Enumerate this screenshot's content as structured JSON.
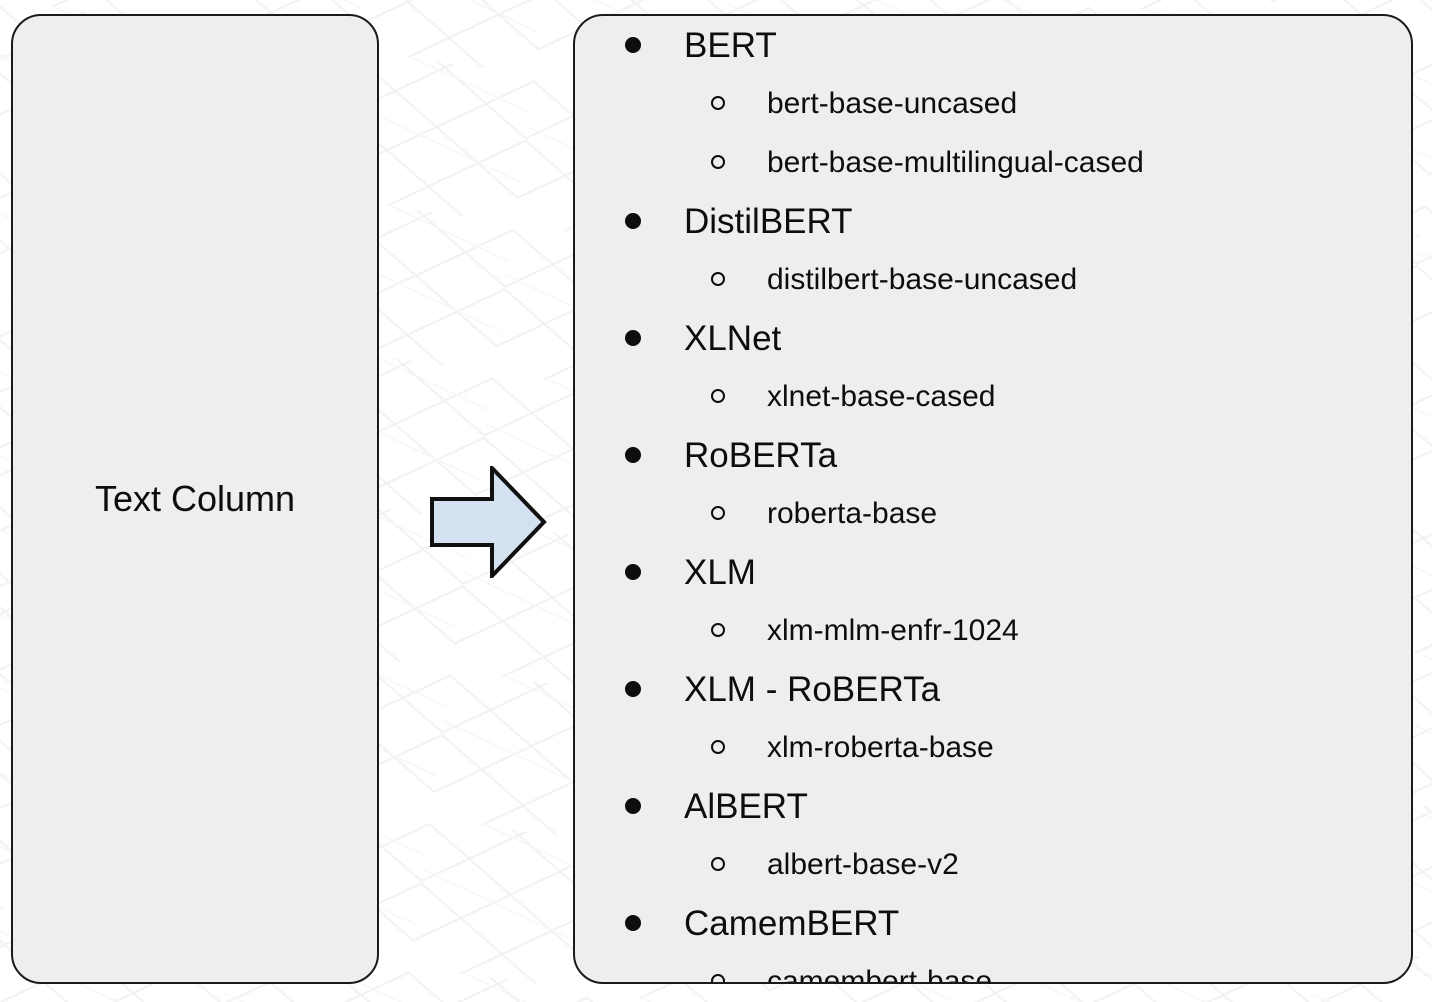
{
  "background": {
    "color": "#ffffff",
    "watermark": "faint-crosshatch-mesh"
  },
  "colors": {
    "panel_fill": "#eeeeee",
    "panel_border": "#1a1a1a",
    "arrow_fill": "#d4e1f0",
    "arrow_border": "#101010",
    "text": "#0d0d0d"
  },
  "left_panel": {
    "label": "Text Column"
  },
  "arrow": {
    "icon": "right-arrow-icon",
    "direction": "right"
  },
  "right_panel": {
    "rows": [
      {
        "level": 1,
        "bullet": "solid-disc",
        "label": "BERT"
      },
      {
        "level": 2,
        "bullet": "hollow-circle",
        "label": "bert-base-uncased"
      },
      {
        "level": 2,
        "bullet": "hollow-circle",
        "label": "bert-base-multilingual-cased"
      },
      {
        "level": 1,
        "bullet": "solid-disc",
        "label": "DistilBERT"
      },
      {
        "level": 2,
        "bullet": "hollow-circle",
        "label": "distilbert-base-uncased"
      },
      {
        "level": 1,
        "bullet": "solid-disc",
        "label": "XLNet"
      },
      {
        "level": 2,
        "bullet": "hollow-circle",
        "label": "xlnet-base-cased"
      },
      {
        "level": 1,
        "bullet": "solid-disc",
        "label": "RoBERTa"
      },
      {
        "level": 2,
        "bullet": "hollow-circle",
        "label": "roberta-base"
      },
      {
        "level": 1,
        "bullet": "solid-disc",
        "label": "XLM"
      },
      {
        "level": 2,
        "bullet": "hollow-circle",
        "label": "xlm-mlm-enfr-1024"
      },
      {
        "level": 1,
        "bullet": "solid-disc",
        "label": "XLM - RoBERTa"
      },
      {
        "level": 2,
        "bullet": "hollow-circle",
        "label": "xlm-roberta-base"
      },
      {
        "level": 1,
        "bullet": "solid-disc",
        "label": "AlBERT"
      },
      {
        "level": 2,
        "bullet": "hollow-circle",
        "label": "albert-base-v2"
      },
      {
        "level": 1,
        "bullet": "solid-disc",
        "label": "CamemBERT"
      },
      {
        "level": 2,
        "bullet": "hollow-circle",
        "label": "camembert-base"
      }
    ]
  }
}
